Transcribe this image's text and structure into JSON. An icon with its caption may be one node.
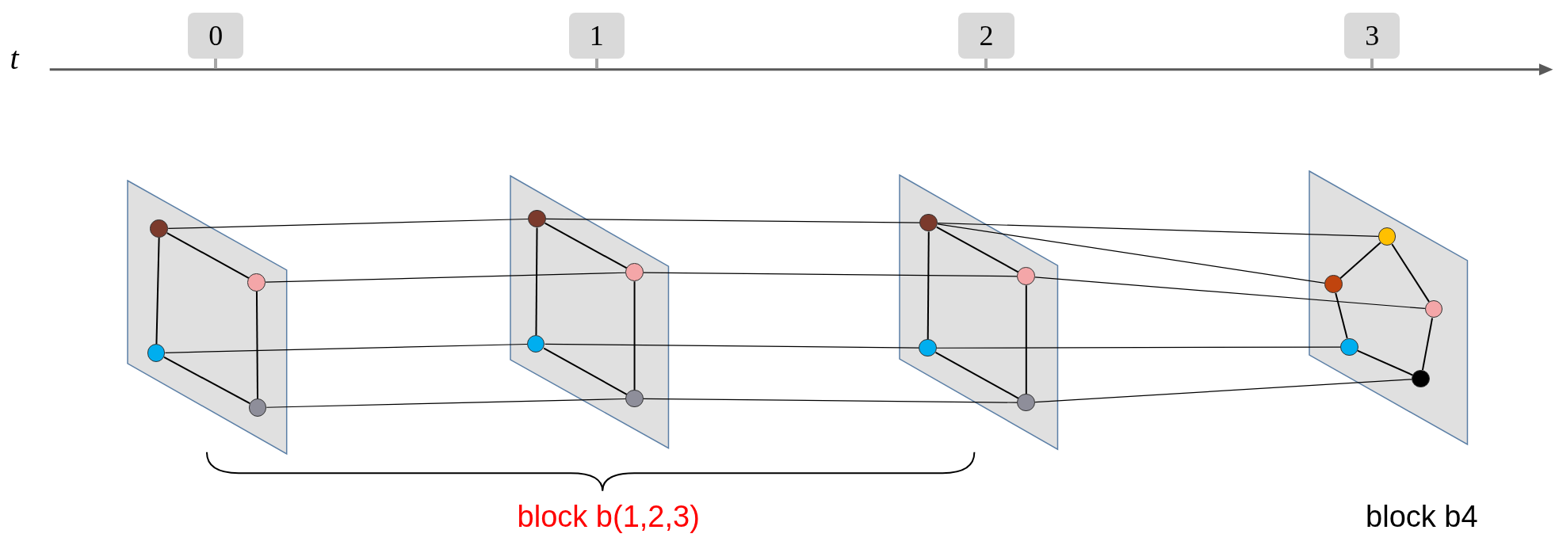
{
  "diagram": {
    "nodes": [
      {
        "text": [
          "0"
        ]
      },
      {
        "text": [
          "1"
        ]
      },
      {
        "text": [
          "2"
        ]
      },
      {
        "text": [
          "3"
        ]
      },
      {
        "text": [],
        "shape": "parallelogram"
      },
      {
        "text": [],
        "shape": "circle",
        "in": 4
      },
      {
        "text": [],
        "shape": "circle",
        "in": 4
      },
      {
        "text": [],
        "shape": "circle",
        "in": 4
      },
      {
        "text": [],
        "shape": "circle",
        "in": 4
      },
      {
        "text": [],
        "shape": "parallelogram"
      },
      {
        "text": [],
        "shape": "circle",
        "in": 9
      },
      {
        "text": [],
        "shape": "circle",
        "in": 9
      },
      {
        "text": [],
        "shape": "circle",
        "in": 9
      },
      {
        "text": [],
        "shape": "circle",
        "in": 9
      },
      {
        "text": [],
        "shape": "parallelogram"
      },
      {
        "text": [],
        "shape": "circle",
        "in": 14
      },
      {
        "text": [],
        "shape": "circle",
        "in": 14
      },
      {
        "text": [],
        "shape": "circle",
        "in": 14
      },
      {
        "text": [],
        "shape": "circle",
        "in": 14
      },
      {
        "text": [],
        "shape": "parallelogram"
      },
      {
        "text": [],
        "shape": "circle",
        "in": 19
      },
      {
        "text": [],
        "shape": "circle",
        "in": 19
      },
      {
        "text": [],
        "shape": "circle",
        "in": 19
      },
      {
        "text": [],
        "shape": "circle",
        "in": 19
      },
      {
        "text": [],
        "shape": "circle",
        "in": 19
      }
    ],
    "edges": [
      {
        "from": 5,
        "to": 6,
        "arrow": "none"
      },
      {
        "from": 5,
        "to": 7,
        "arrow": "none"
      },
      {
        "from": 6,
        "to": 8,
        "arrow": "none"
      },
      {
        "from": 7,
        "to": 8,
        "arrow": "none"
      },
      {
        "from": 10,
        "to": 11,
        "arrow": "none"
      },
      {
        "from": 10,
        "to": 12,
        "arrow": "none"
      },
      {
        "from": 11,
        "to": 13,
        "arrow": "none"
      },
      {
        "from": 12,
        "to": 13,
        "arrow": "none"
      },
      {
        "from": 15,
        "to": 16,
        "arrow": "none"
      },
      {
        "from": 15,
        "to": 17,
        "arrow": "none"
      },
      {
        "from": 16,
        "to": 18,
        "arrow": "none"
      },
      {
        "from": 17,
        "to": 18,
        "arrow": "none"
      },
      {
        "from": 20,
        "to": 21,
        "arrow": "none"
      },
      {
        "from": 20,
        "to": 22,
        "arrow": "none"
      },
      {
        "from": 21,
        "to": 23,
        "arrow": "none"
      },
      {
        "from": 22,
        "to": 24,
        "arrow": "none"
      },
      {
        "from": 23,
        "to": 24,
        "arrow": "none"
      },
      {
        "from": 5,
        "to": 10,
        "arrow": "none"
      },
      {
        "from": 6,
        "to": 11,
        "arrow": "none"
      },
      {
        "from": 7,
        "to": 12,
        "arrow": "none"
      },
      {
        "from": 8,
        "to": 13,
        "arrow": "none"
      },
      {
        "from": 10,
        "to": 15,
        "arrow": "none"
      },
      {
        "from": 11,
        "to": 16,
        "arrow": "none"
      },
      {
        "from": 12,
        "to": 17,
        "arrow": "none"
      },
      {
        "from": 13,
        "to": 18,
        "arrow": "none"
      },
      {
        "from": 15,
        "to": 20,
        "arrow": "none"
      },
      {
        "from": 15,
        "to": 21,
        "arrow": "none"
      },
      {
        "from": 16,
        "to": 22,
        "arrow": "none"
      },
      {
        "from": 17,
        "to": 23,
        "arrow": "none"
      },
      {
        "from": 18,
        "to": 24,
        "arrow": "none"
      }
    ],
    "labels": [
      "t",
      "block b(1,2,3)",
      "block b4"
    ]
  }
}
